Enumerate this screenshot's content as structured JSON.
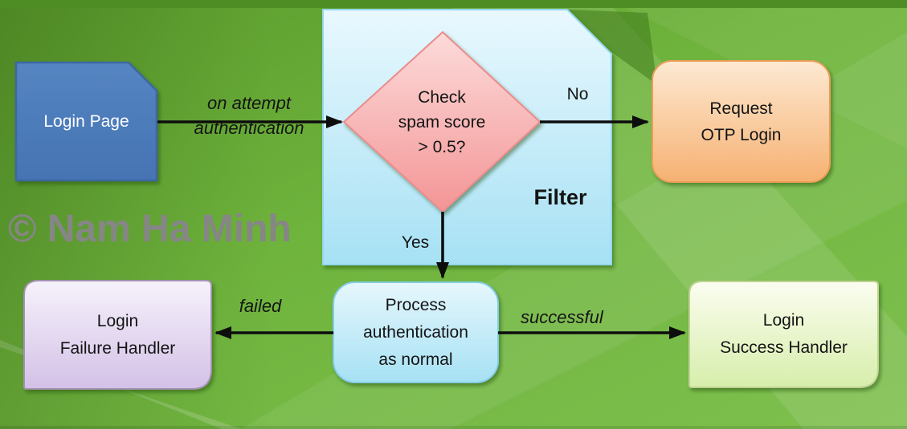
{
  "watermark": "© Nam Ha Minh",
  "nodes": {
    "login_page": {
      "label": "Login Page"
    },
    "filter_container": {
      "label": "Filter"
    },
    "check_spam": {
      "lines": [
        "Check",
        "spam score",
        "> 0.5?"
      ]
    },
    "request_otp": {
      "lines": [
        "Request",
        "OTP Login"
      ]
    },
    "process_auth": {
      "lines": [
        "Process",
        "authentication",
        "as normal"
      ]
    },
    "login_failure": {
      "lines": [
        "Login",
        "Failure Handler"
      ]
    },
    "login_success": {
      "lines": [
        "Login",
        "Success Handler"
      ]
    }
  },
  "edges": {
    "on_attempt": {
      "lines": [
        "on attempt",
        "authentication"
      ]
    },
    "no": {
      "label": "No"
    },
    "yes": {
      "label": "Yes"
    },
    "failed": {
      "label": "failed"
    },
    "successful": {
      "label": "successful"
    }
  },
  "colors": {
    "background_green": "#74b944",
    "top_strip_green": "#4e8c24",
    "login_page_fill": "#4d7dba",
    "login_page_border": "#3e67a1",
    "filter_fill_top": "#e9f8fe",
    "filter_fill_bottom": "#a6e1f4",
    "decision_fill_top": "#fcdbda",
    "decision_fill_bottom": "#f49596",
    "decision_border": "#eb8c8c",
    "otp_fill_top": "#fde9d2",
    "otp_fill_bottom": "#f6b172",
    "otp_border": "#eb9e57",
    "process_fill_top": "#e6f7fd",
    "process_fill_bottom": "#a6e1f4",
    "process_border": "#84cde8",
    "failure_fill_top": "#f6f2fb",
    "failure_fill_bottom": "#d3c1e7",
    "failure_border": "#a393b2",
    "success_fill_top": "#fbfdf0",
    "success_fill_bottom": "#d7eeab",
    "success_border": "#bfd394",
    "arrow": "#0d0d0d",
    "watermark": "#868686"
  }
}
